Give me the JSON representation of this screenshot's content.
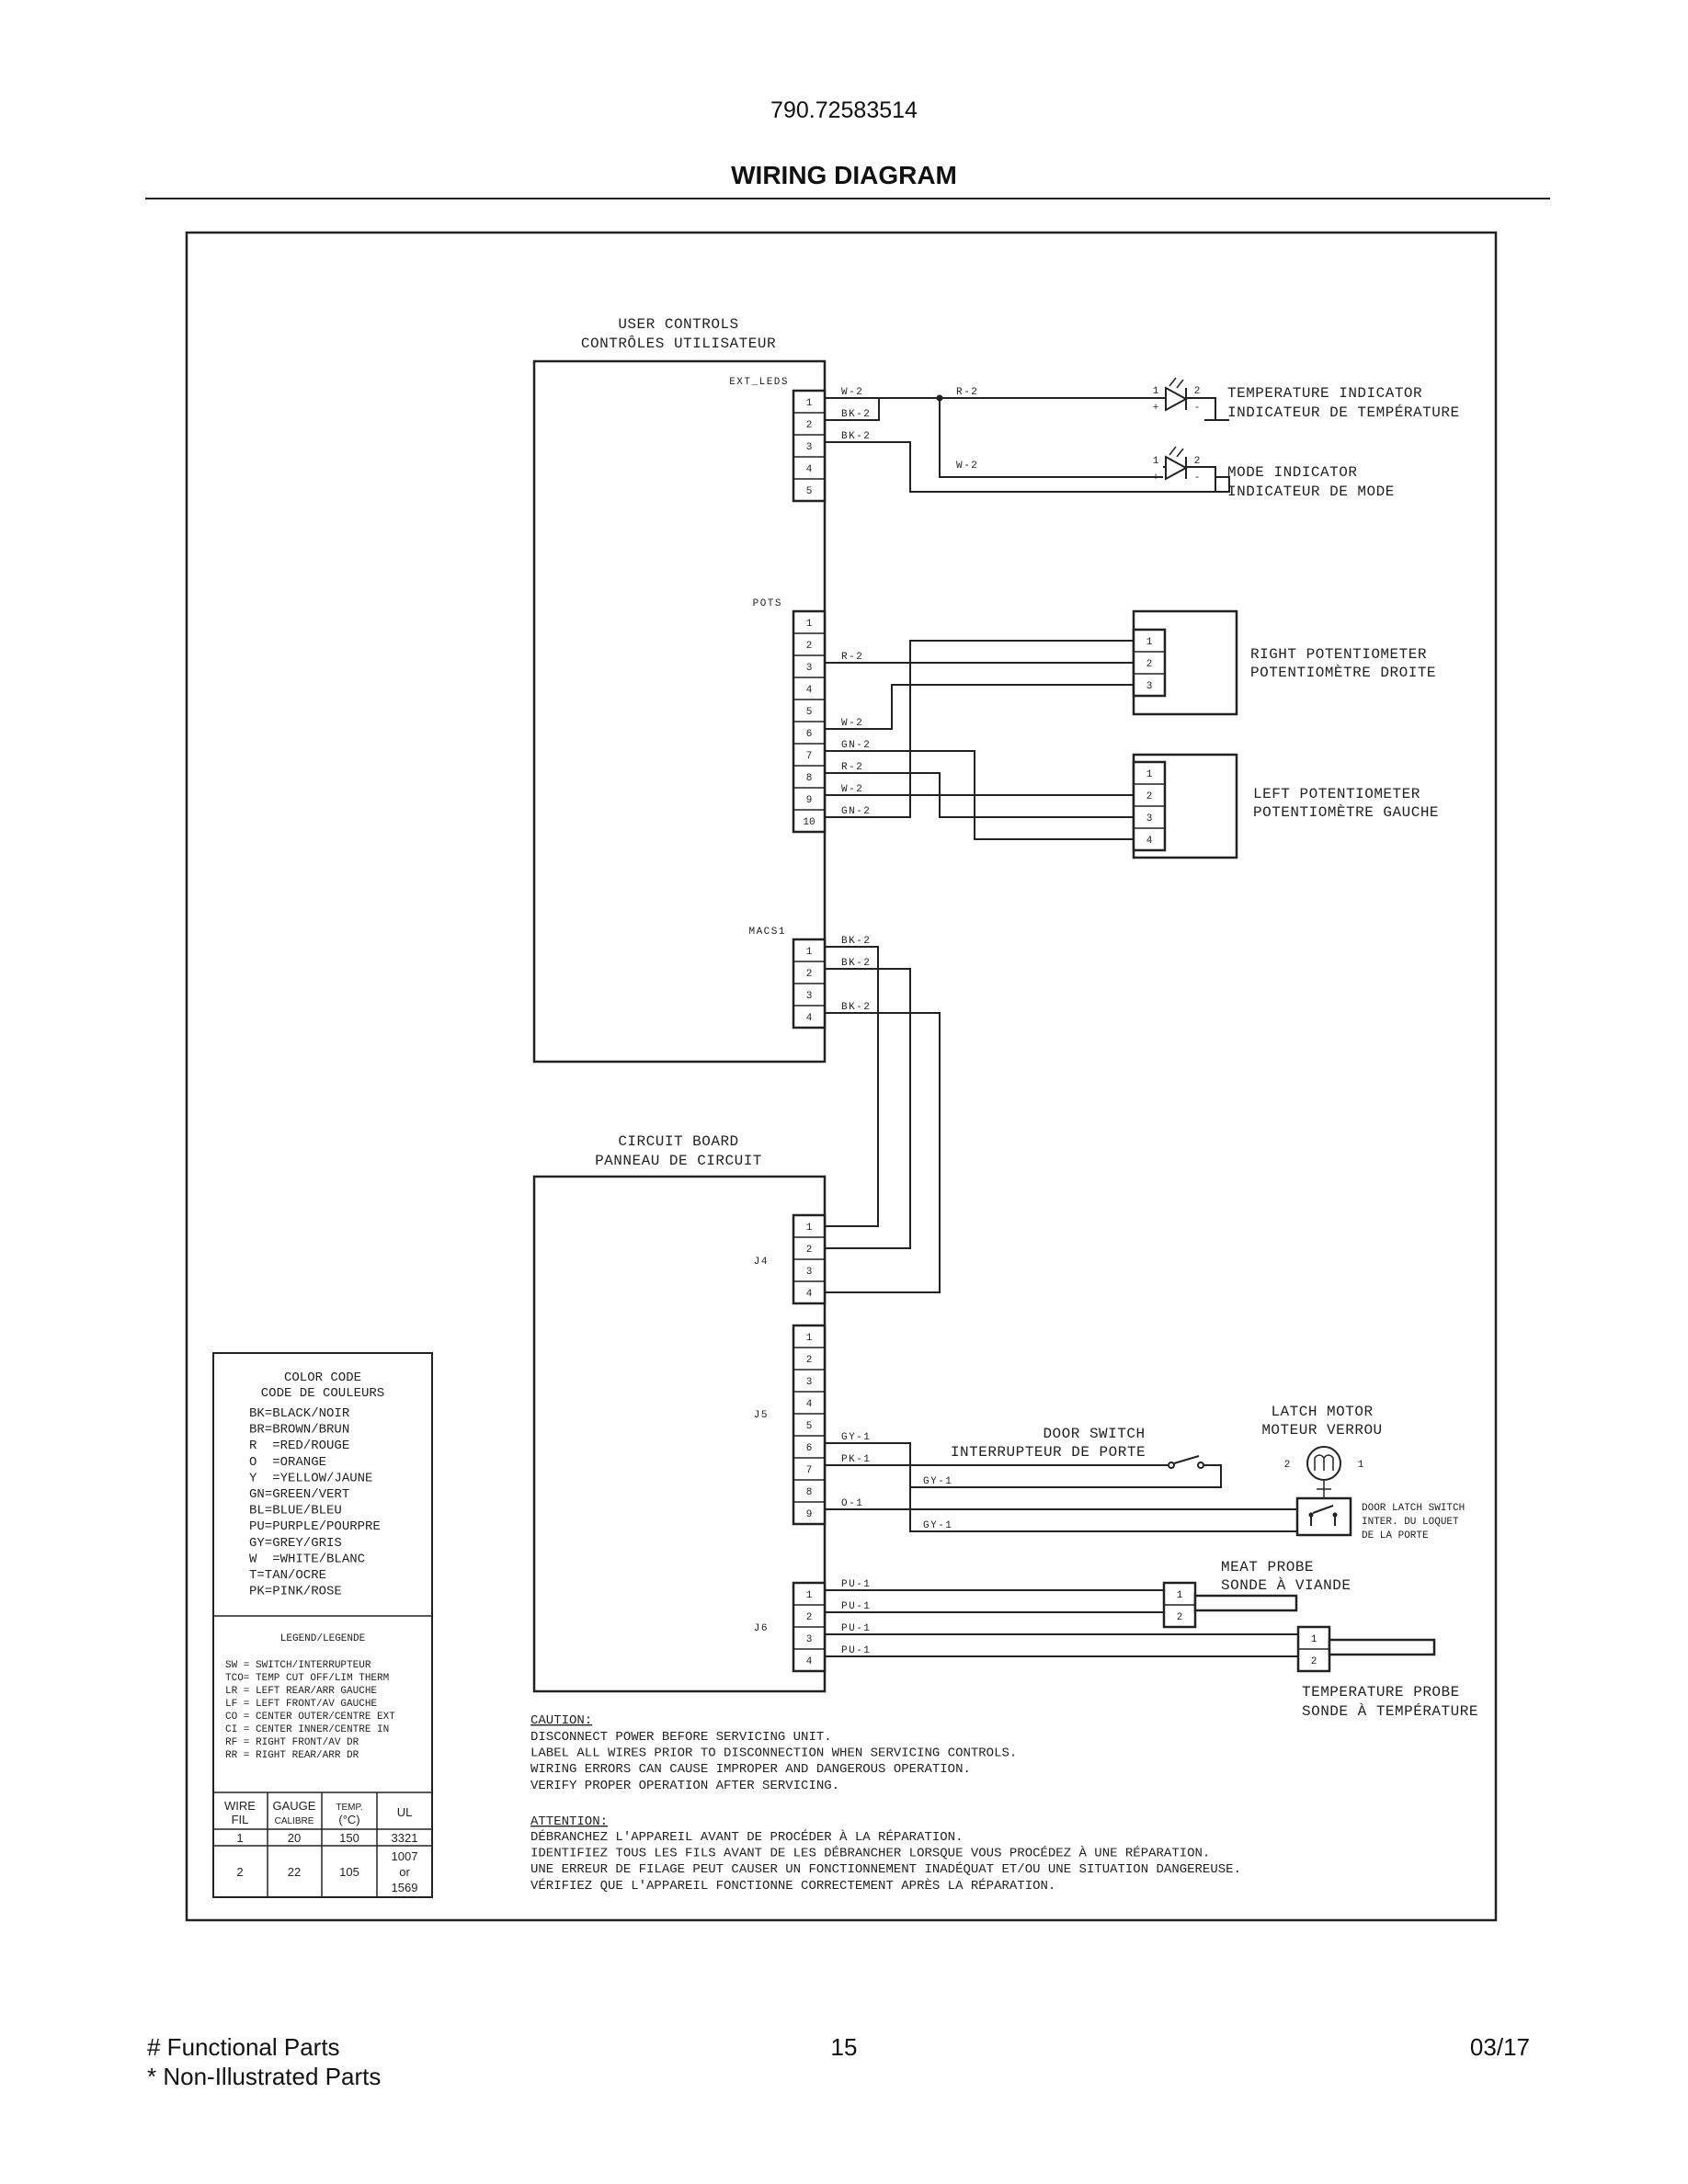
{
  "header": {
    "model": "790.72583514",
    "title": "WIRING DIAGRAM"
  },
  "components": {
    "user_controls": {
      "line1": "USER CONTROLS",
      "line2": "CONTRÔLES UTILISATEUR"
    },
    "circuit_board": {
      "line1": "CIRCUIT BOARD",
      "line2": "PANNEAU DE CIRCUIT"
    },
    "temperature_indicator": {
      "line1": "TEMPERATURE INDICATOR",
      "line2": "INDICATEUR DE TEMPÉRATURE"
    },
    "mode_indicator": {
      "line1": "MODE INDICATOR",
      "line2": "INDICATEUR DE MODE"
    },
    "right_potentiometer": {
      "line1": "RIGHT POTENTIOMETER",
      "line2": "POTENTIOMÈTRE DROITE"
    },
    "left_potentiometer": {
      "line1": "LEFT POTENTIOMETER",
      "line2": "POTENTIOMÈTRE GAUCHE"
    },
    "door_switch": {
      "line1": "DOOR SWITCH",
      "line2": "INTERRUPTEUR DE PORTE"
    },
    "latch_motor": {
      "line1": "LATCH MOTOR",
      "line2": "MOTEUR VERROU"
    },
    "door_latch_switch": {
      "line1": "DOOR LATCH SWITCH",
      "line2": "INTER. DU LOQUET",
      "line3": "DE LA PORTE"
    },
    "meat_probe": {
      "line1": "MEAT PROBE",
      "line2": "SONDE À VIANDE"
    },
    "temperature_probe": {
      "line1": "TEMPERATURE PROBE",
      "line2": "SONDE À TEMPÉRATURE"
    }
  },
  "connectors": {
    "ext_leds": "EXT_LEDS",
    "pots": "POTS",
    "macs1": "MACS1",
    "j4": "J4",
    "j5": "J5",
    "j6": "J6"
  },
  "pins": {
    "p1": "1",
    "p2": "2",
    "p3": "3",
    "p4": "4",
    "p5": "5",
    "p6": "6",
    "p7": "7",
    "p8": "8",
    "p9": "9",
    "p10": "10",
    "plus": "+",
    "minus": "-"
  },
  "wires": {
    "w2": "W-2",
    "bk2": "BK-2",
    "r2": "R-2",
    "gn2": "GN-2",
    "gy1": "GY-1",
    "pk1": "PK-1",
    "o1": "O-1",
    "pu1": "PU-1"
  },
  "color_code": {
    "title1": "COLOR CODE",
    "title2": "CODE DE COULEURS",
    "items": [
      "BK=BLACK/NOIR",
      "BR=BROWN/BRUN",
      "R  =RED/ROUGE",
      "O  =ORANGE",
      "Y  =YELLOW/JAUNE",
      "GN=GREEN/VERT",
      "BL=BLUE/BLEU",
      "PU=PURPLE/POURPRE",
      "GY=GREY/GRIS",
      "W  =WHITE/BLANC",
      "T=TAN/OCRE",
      "PK=PINK/ROSE"
    ]
  },
  "legend": {
    "title": "LEGEND/LEGENDE",
    "items": [
      "SW = SWITCH/INTERRUPTEUR",
      "TCO= TEMP CUT OFF/LIM THERM",
      "LR = LEFT REAR/ARR GAUCHE",
      "LF = LEFT FRONT/AV GAUCHE",
      "CO = CENTER OUTER/CENTRE EXT",
      "CI = CENTER INNER/CENTRE IN",
      "RF = RIGHT FRONT/AV DR",
      "RR = RIGHT REAR/ARR DR"
    ]
  },
  "wire_table": {
    "headers": [
      {
        "line1": "WIRE",
        "line2": "FIL"
      },
      {
        "line1": "GAUGE",
        "line2": "CALIBRE"
      },
      {
        "line1": "TEMP.",
        "line2": "(°C)"
      },
      {
        "line1": "UL",
        "line2": ""
      }
    ],
    "row1": [
      "1",
      "20",
      "150",
      "3321"
    ],
    "row2": [
      "2",
      "22",
      "105",
      "1007",
      "or",
      "1569"
    ]
  },
  "caution": {
    "title": "CAUTION:",
    "lines": [
      "DISCONNECT POWER BEFORE SERVICING UNIT.",
      "LABEL ALL WIRES PRIOR TO DISCONNECTION WHEN SERVICING CONTROLS.",
      "WIRING ERRORS CAN CAUSE IMPROPER AND DANGEROUS OPERATION.",
      "VERIFY PROPER OPERATION AFTER SERVICING."
    ]
  },
  "attention": {
    "title": "ATTENTION:",
    "lines": [
      "DÉBRANCHEZ L'APPAREIL AVANT DE PROCÉDER À LA RÉPARATION.",
      "IDENTIFIEZ TOUS LES FILS AVANT DE LES DÉBRANCHER LORSQUE VOUS PROCÉDEZ À UNE RÉPARATION.",
      "UNE ERREUR DE FILAGE PEUT CAUSER UN FONCTIONNEMENT INADÉQUAT ET/OU UNE SITUATION DANGEREUSE.",
      "VÉRIFIEZ QUE L'APPAREIL FONCTIONNE CORRECTEMENT APRÈS LA RÉPARATION."
    ]
  },
  "footer": {
    "functional": "# Functional Parts",
    "non_illustrated": "* Non-Illustrated Parts",
    "page": "15",
    "date": "03/17"
  }
}
